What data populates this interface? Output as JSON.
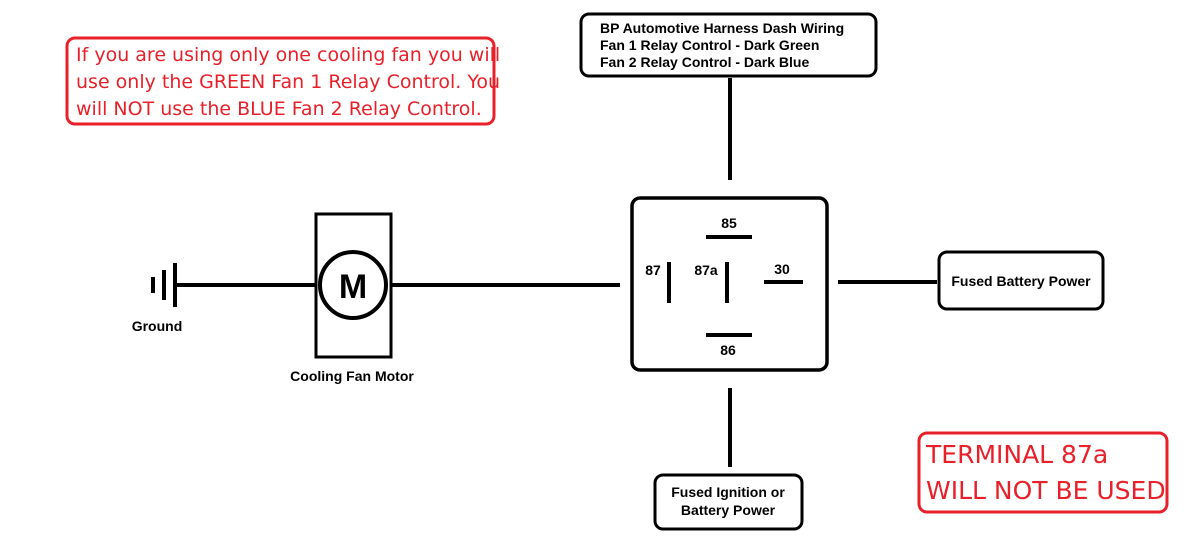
{
  "notes": {
    "single_fan": {
      "lines": [
        "If you are using only one cooling fan you will",
        "use only the GREEN Fan 1 Relay Control.  You",
        "will NOT use the BLUE Fan 2 Relay Control."
      ]
    },
    "terminal_87a": {
      "lines": [
        "TERMINAL 87a",
        "WILL NOT BE USED"
      ]
    }
  },
  "harness_box": {
    "lines": [
      "BP Automotive Harness Dash Wiring",
      "Fan 1 Relay Control - Dark Green",
      "Fan 2 Relay Control - Dark Blue"
    ]
  },
  "relay": {
    "terminals": {
      "t85": "85",
      "t86": "86",
      "t87": "87",
      "t87a": "87a",
      "t30": "30"
    }
  },
  "motor": {
    "symbol": "M",
    "label": "Cooling Fan Motor"
  },
  "ground": {
    "label": "Ground"
  },
  "battery_box": {
    "label": "Fused Battery Power"
  },
  "ignition_box": {
    "lines": [
      "Fused Ignition or",
      "Battery Power"
    ]
  },
  "colors": {
    "note_red": "#e8202a",
    "line": "#000000"
  }
}
